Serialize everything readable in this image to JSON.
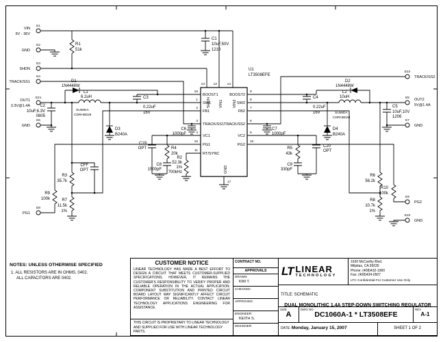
{
  "page": {
    "notes": {
      "title": "NOTES:  UNLESS OTHERWISE SPECIFIED",
      "line1": "1.  ALL RESISTORS ARE IN OHMS, 0402.",
      "line2": "ALL CAPACITORS ARE 0402."
    },
    "customer_notice": {
      "title": "CUSTOMER NOTICE",
      "body": "LINEAR TECHNOLOGY HAS MADE A BEST EFFORT TO DESIGN A CIRCUIT THAT MEETS CUSTOMER-SUPPLIED SPECIFICATIONS; HOWEVER, IT REMAINS THE CUSTOMER'S RESPONSIBILITY TO VERIFY PROPER AND RELIABLE OPERATION IN THE ACTUAL APPLICATION.  COMPONENT SUBSTITUTION AND PRINTED CIRCUIT BOARD LAYOUT MAY SIGNIFICANTLY AFFECT CIRCUIT PERFORMANCE OR RELIABILITY.  CONTACT LINEAR TECHNOLOGY APPLICATIONS ENGINEERING FOR ASSISTANCE.",
      "footer": "THIS CIRCUIT IS PROPRIETARY TO LINEAR TECHNOLOGY AND SUPPLIED FOR USE WITH LINEAR TECHNOLOGY PARTS."
    },
    "contract": {
      "label": "CONTRACT NO.",
      "approvals": "APPROVALS",
      "rows": [
        {
          "label": "DRAWN:",
          "value": "KIM T."
        },
        {
          "label": "CHECKED:",
          "value": ""
        },
        {
          "label": "APPROVED:",
          "value": ""
        },
        {
          "label": "ENGINEER:",
          "value": "KEITH S."
        },
        {
          "label": "DESIGNER:",
          "value": ""
        }
      ]
    },
    "company": {
      "logo_mark": "LT",
      "logo_text": "LINEAR",
      "logo_sub": "TECHNOLOGY",
      "address1": "1630 McCarthy Blvd.",
      "address2": "Milpitas, CA 95035",
      "phone": "Phone: (408)432-1900",
      "fax": "Fax: (408)434-0507",
      "confidential": "LTC Confidential-For Customer Use Only"
    },
    "title_block": {
      "title_label": "TITLE: SCHEMATIC",
      "title": "DUAL MONOLITHIC 1.4A STEP-DOWN SWITCHING REGULATOR",
      "size_label": "SIZE",
      "size": "A",
      "dwg_label": "DWG NO.",
      "dwg_no": "DC1060A-1 * LT3508EFE",
      "rev_label": "REV",
      "rev": "A-1",
      "date_label": "DATE:",
      "date": "Monday, January 15, 2007",
      "sheet": "SHEET   1  OF  2"
    }
  },
  "sch": {
    "u1": {
      "ref": "U1",
      "part": "LT3508EFE",
      "boost1": "BOOST1",
      "boost1_n": "16",
      "sw1": "SW1",
      "sw1_n": "1",
      "fb1": "FB1",
      "fb1_n": "2",
      "trackss1": "TRACK/SS1",
      "trackss1_n": "3",
      "vc1": "VC1",
      "vc1_n": "4",
      "pg1": "PG1",
      "pg1_n": "15",
      "rtsync": "RT/SYNC",
      "rtsync_n": "11",
      "boost2": "BOOST2",
      "boost2_n": "9",
      "sw2": "SW2",
      "sw2_n": "8",
      "fb2": "FB2",
      "fb2_n": "7",
      "trackss2": "TRACK/SS2",
      "trackss2_n": "6",
      "vc2": "VC2",
      "vc2_n": "5",
      "pg2": "PG2",
      "pg2_n": "10",
      "shdn": "SHDN",
      "shdn_n": "13",
      "vin1": "VIN1",
      "vin1_n": "12",
      "vin2": "VIN2",
      "vin2_n": "14",
      "gnd": "GND",
      "gnd_n": "17"
    },
    "terminals": {
      "e1": {
        "d": "E1",
        "n1": "VIN",
        "n2": "6V - 36V"
      },
      "e2": {
        "d": "E2",
        "n1": "GND"
      },
      "e3": {
        "d": "E3",
        "n1": "SHDN"
      },
      "e4": {
        "d": "E4",
        "n1": "TRACK/SS1"
      },
      "e21": {
        "d": "E21",
        "n1": "OUT1",
        "n2": "3.3V@1.4A"
      },
      "e6": {
        "d": "E6",
        "n1": "GND"
      },
      "e8": {
        "d": "E8",
        "n1": "PG1"
      },
      "e22": {
        "d": "E22",
        "n1": "TRACK/SS2"
      },
      "e5": {
        "d": "E5",
        "n1": "OUT2",
        "n2": "5V@1.4A"
      },
      "e7": {
        "d": "E7",
        "n1": "GND"
      },
      "e9": {
        "d": "E9",
        "n1": "PG2"
      },
      "e10": {
        "d": "E10",
        "n1": "GND"
      }
    },
    "parts": {
      "r1": {
        "r": "R1",
        "v": "51k"
      },
      "c1": {
        "r": "C1",
        "v": "10uF,50V",
        "v2": "1210"
      },
      "c2": {
        "r": "C2",
        "v": "10uF,6.3V",
        "v2": "0805"
      },
      "l1": {
        "r": "L1",
        "v": "6.2uH",
        "m1": "SUMIDA",
        "m2": "CDRH8D28"
      },
      "d1": {
        "r": "D1",
        "v": "1N4448W"
      },
      "c3": {
        "r": "C3",
        "v": "0.22uF",
        "v2": "16V"
      },
      "d3": {
        "r": "D3",
        "v": "B240A"
      },
      "c6": {
        "r": "C6",
        "v": "1000pF"
      },
      "c19": {
        "r": "C19",
        "v": "OPT"
      },
      "r4": {
        "r": "R4",
        "v": "20k"
      },
      "c8": {
        "r": "C8",
        "v": "1500pF"
      },
      "r2": {
        "r": "R2",
        "v": "52.3k",
        "v2": "1%",
        "v3": "700kHz"
      },
      "cff": {
        "r": "CFF",
        "v": "OPT"
      },
      "r3": {
        "r": "R3",
        "v": "35.7k"
      },
      "r7": {
        "r": "R7",
        "v": "11.5k",
        "v2": "1%"
      },
      "r9": {
        "r": "R9",
        "v": "100k"
      },
      "d2": {
        "r": "D2",
        "v": "1N4448W"
      },
      "c4": {
        "r": "C4",
        "v": "0.22uF",
        "v2": "16V"
      },
      "l2": {
        "r": "L2",
        "v": "10uH",
        "m1": "SUMIDA",
        "m2": "CDRH8D28"
      },
      "c5": {
        "r": "C5",
        "v": "10uF,10V",
        "v2": "1206"
      },
      "d4": {
        "r": "D4",
        "v": "B240A"
      },
      "c7": {
        "r": "C7",
        "v": "1000pF"
      },
      "r5": {
        "r": "R5",
        "v": "43k"
      },
      "c20": {
        "r": "C20",
        "v": "OPT"
      },
      "c9": {
        "r": "C9",
        "v": "330pF"
      },
      "r6": {
        "r": "R6",
        "v": "56.2k"
      },
      "r8": {
        "r": "R8",
        "v": "10.7k",
        "v2": "1%"
      },
      "r10": {
        "r": "R10",
        "v": "100k"
      }
    }
  }
}
